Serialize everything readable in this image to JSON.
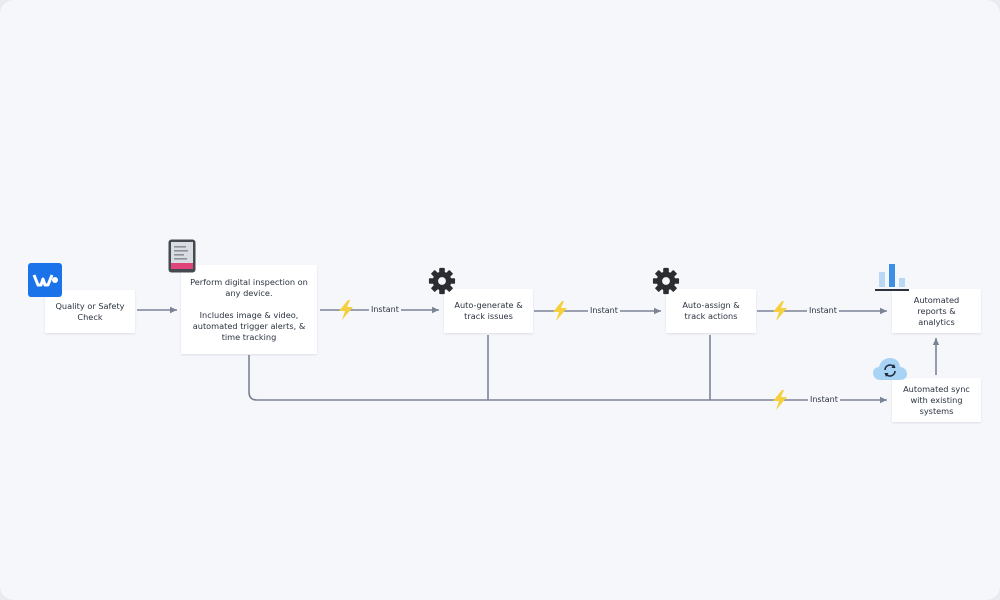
{
  "nodes": {
    "quality_check": "Quality or Safety Check",
    "inspection_title": "Perform digital inspection on any device.",
    "inspection_detail": "Includes image & video, automated trigger alerts, & time tracking",
    "auto_generate": "Auto-generate & track issues",
    "auto_assign": "Auto-assign & track actions",
    "reports": "Automated reports & analytics",
    "sync": "Automated sync with existing systems"
  },
  "edges": {
    "instant_1": "Instant",
    "instant_2": "Instant",
    "instant_3": "Instant",
    "instant_4": "Instant"
  },
  "icons": {
    "app_logo": "app-logo-icon",
    "tablet": "tablet-icon",
    "gear_1": "gear-icon",
    "gear_2": "gear-icon",
    "chart": "bar-chart-icon",
    "cloud": "cloud-sync-icon",
    "bolt": "lightning-bolt-icon"
  },
  "colors": {
    "line": "#7b8496",
    "bolt": "#f5cf3c",
    "logo": "#1a73e8",
    "chart": "#3b8fe6",
    "cloud": "#a9d3f5",
    "tablet_accent": "#e0457a"
  }
}
